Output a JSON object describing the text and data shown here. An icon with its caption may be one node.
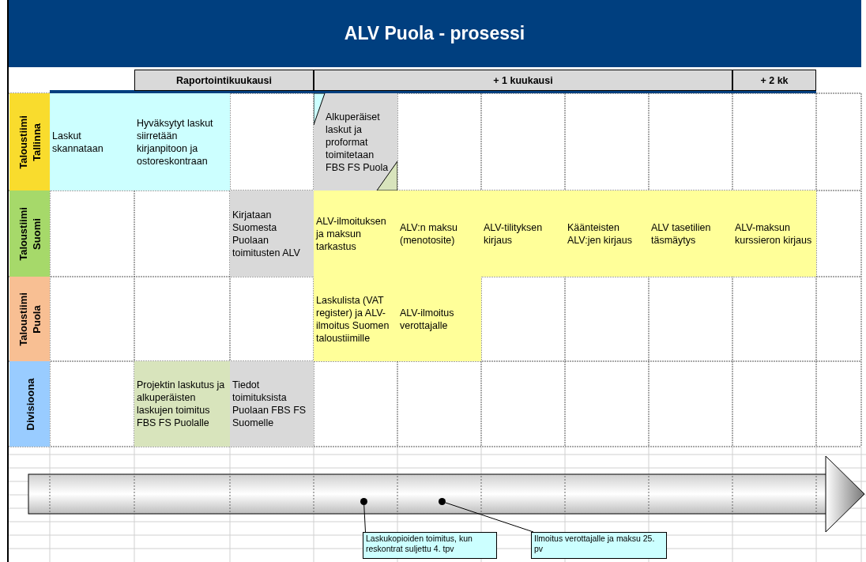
{
  "diagram": {
    "title": "ALV Puola - prosessi",
    "nodes": [
      {
        "text": [
          "Raportointikuukausi"
        ]
      },
      {
        "text": [
          "+ 1 kuukausi"
        ]
      },
      {
        "text": [
          "+ 2 kk"
        ]
      },
      {
        "text": [
          "Taloustiimi Tallinna"
        ]
      },
      {
        "text": [
          "Laskut skannataan"
        ]
      },
      {
        "text": [
          "Hyväksytyt laskut siirretään kirjanpitoon ja ostoreskontraan"
        ]
      },
      {
        "text": [
          "Alkuperäiset laskut ja proformat toimitetaan FBS FS Puola"
        ]
      },
      {
        "text": [
          "Taloustiimi Suomi"
        ]
      },
      {
        "text": [
          "Kirjataan Suomesta Puolaan toimitusten ALV"
        ]
      },
      {
        "text": [
          "ALV-ilmoituksen ja maksun tarkastus"
        ]
      },
      {
        "text": [
          "ALV:n maksu (menotosite)"
        ]
      },
      {
        "text": [
          "ALV-tilityksen kirjaus"
        ]
      },
      {
        "text": [
          "Käänteisten ALV:jen kirjaus"
        ]
      },
      {
        "text": [
          "ALV tasetilien täsmäytys"
        ]
      },
      {
        "text": [
          "ALV-maksun kurssieron kirjaus"
        ]
      },
      {
        "text": [
          "Taloustiimi Puola"
        ]
      },
      {
        "text": [
          "Laskulista (VAT register) ja ALV-ilmoitus Suomen taloustiimille"
        ]
      },
      {
        "text": [
          "ALV-ilmoitus verottajalle"
        ]
      },
      {
        "text": [
          "Divisioona"
        ]
      },
      {
        "text": [
          "Projektin laskutus ja alkuperäisten laskujen toimitus FBS FS Puolalle"
        ]
      },
      {
        "text": [
          "Tiedot toimituksista Puolaan FBS FS Suomelle"
        ]
      },
      {
        "text": [],
        "shape": "circle"
      },
      {
        "text": [],
        "shape": "circle"
      },
      {
        "text": [
          "Laskukopioiden toimitus, kun reskontrat suljettu 4. tpv"
        ]
      },
      {
        "text": [
          "Ilmoitus verottajalle ja maksu 25. pv"
        ]
      }
    ],
    "edges": [
      {
        "from": 23,
        "to": 21,
        "arrow": "none"
      },
      {
        "from": 24,
        "to": 22,
        "arrow": "none"
      }
    ]
  }
}
